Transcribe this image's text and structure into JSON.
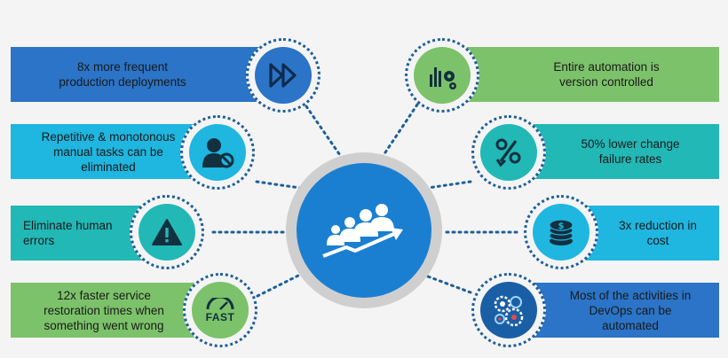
{
  "colors": {
    "blue_bar": "#2b74c7",
    "cyan_bar": "#1fb6e0",
    "teal_bar": "#22b8b6",
    "green_bar": "#7cc26a",
    "hub_blue": "#1b7fd1"
  },
  "left": [
    {
      "text": "8x more frequent\nproduction deployments",
      "icon": "fast-forward-icon"
    },
    {
      "text": "Repetitive & monotonous\nmanual tasks can be\neliminated",
      "icon": "person-blocked-icon"
    },
    {
      "text": "Eliminate human\nerrors",
      "icon": "warning-icon"
    },
    {
      "text": "12x faster service\nrestoration times when\nsomething went wrong",
      "icon": "fast-speedometer-icon",
      "icon_text": "FAST"
    }
  ],
  "right": [
    {
      "text": "Entire automation is\nversion controlled",
      "icon": "gears-chart-icon"
    },
    {
      "text": "50% lower change\nfailure rates",
      "icon": "percent-down-icon"
    },
    {
      "text": "3x reduction in\ncost",
      "icon": "coins-icon"
    },
    {
      "text": "Most of the activities in\nDevOps can be\nautomated",
      "icon": "automation-gears-icon"
    }
  ],
  "hub": {
    "icon": "team-growth-icon"
  }
}
